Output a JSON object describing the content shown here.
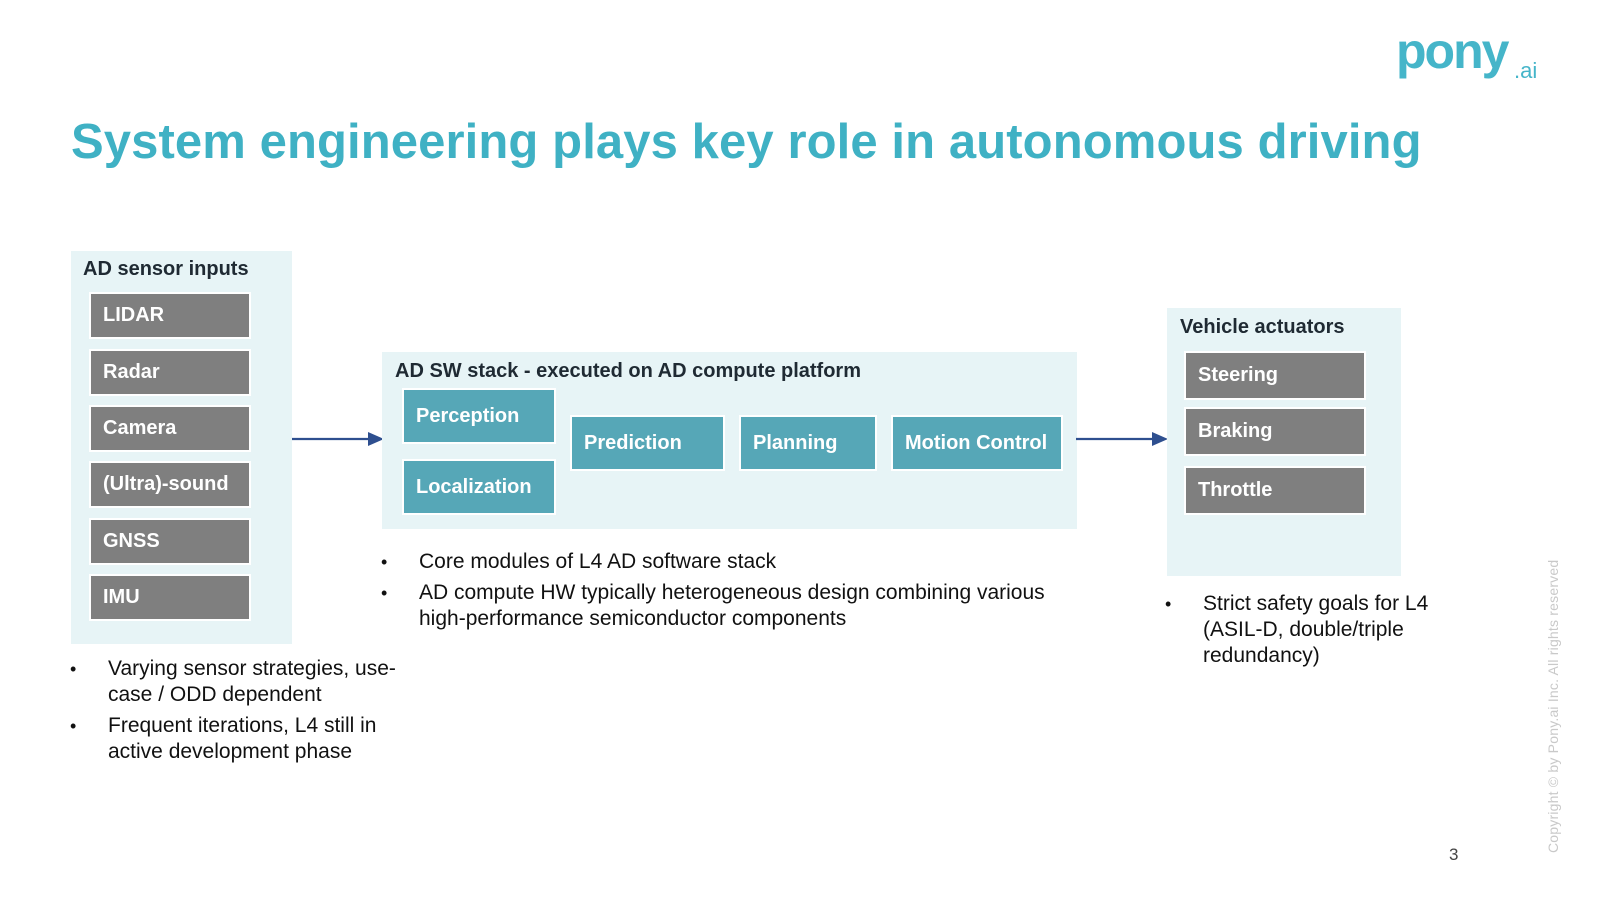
{
  "brand": {
    "logo_text": "pony",
    "logo_suffix": ".ai",
    "color": "#45b5c9"
  },
  "title": "System engineering plays key role in autonomous driving",
  "colors": {
    "title": "#3fb1c4",
    "panel_background": "#e7f4f6",
    "sensor_box": "#7f7f7f",
    "software_box": "#56a7b7",
    "arrow": "#2e4f8f"
  },
  "sensors": {
    "title": "AD sensor inputs",
    "items": [
      "LIDAR",
      "Radar",
      "Camera",
      "(Ultra)-sound",
      "GNSS",
      "IMU"
    ],
    "bullets": [
      "Varying sensor strategies, use-case / ODD dependent",
      "Frequent iterations, L4 still in active development phase"
    ]
  },
  "software": {
    "title": "AD SW stack - executed on AD compute platform",
    "modules": {
      "perception": "Perception",
      "localization": "Localization",
      "prediction": "Prediction",
      "planning": "Planning",
      "motion_control": "Motion Control"
    },
    "bullets": [
      "Core modules of L4 AD software stack",
      "AD compute HW typically heterogeneous design combining various high-performance semiconductor components"
    ]
  },
  "actuators": {
    "title": "Vehicle actuators",
    "items": [
      "Steering",
      "Braking",
      "Throttle"
    ],
    "bullets": [
      "Strict safety goals for L4 (ASIL-D, double/triple redundancy)"
    ]
  },
  "footer": {
    "copyright": "Copyright © by Pony.ai Inc. All rights reserved",
    "page_number": "3"
  }
}
